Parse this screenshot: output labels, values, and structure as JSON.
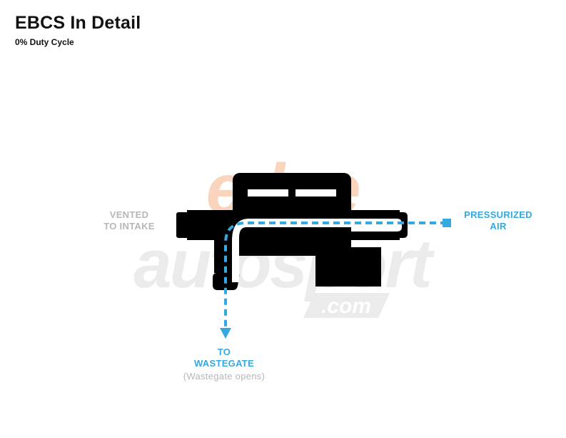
{
  "header": {
    "title": "EBCS In Detail",
    "subtitle": "0% Duty Cycle"
  },
  "labels": {
    "vented": [
      "VENTED",
      "TO INTAKE"
    ],
    "pressurized": [
      "PRESSURIZED",
      "AIR"
    ],
    "wastegate": [
      "TO",
      "WASTEGATE"
    ],
    "wastegate_note": "(Wastegate opens)"
  },
  "watermark": {
    "line1": "edge",
    "line2": "autosport",
    "line3": ".com"
  },
  "colors": {
    "solenoid": "#000000",
    "airflow": "#35a8e0",
    "muted_label": "#b7b7b7",
    "watermark_orange": "#f9d5bd",
    "watermark_gray": "#ebebeb"
  }
}
